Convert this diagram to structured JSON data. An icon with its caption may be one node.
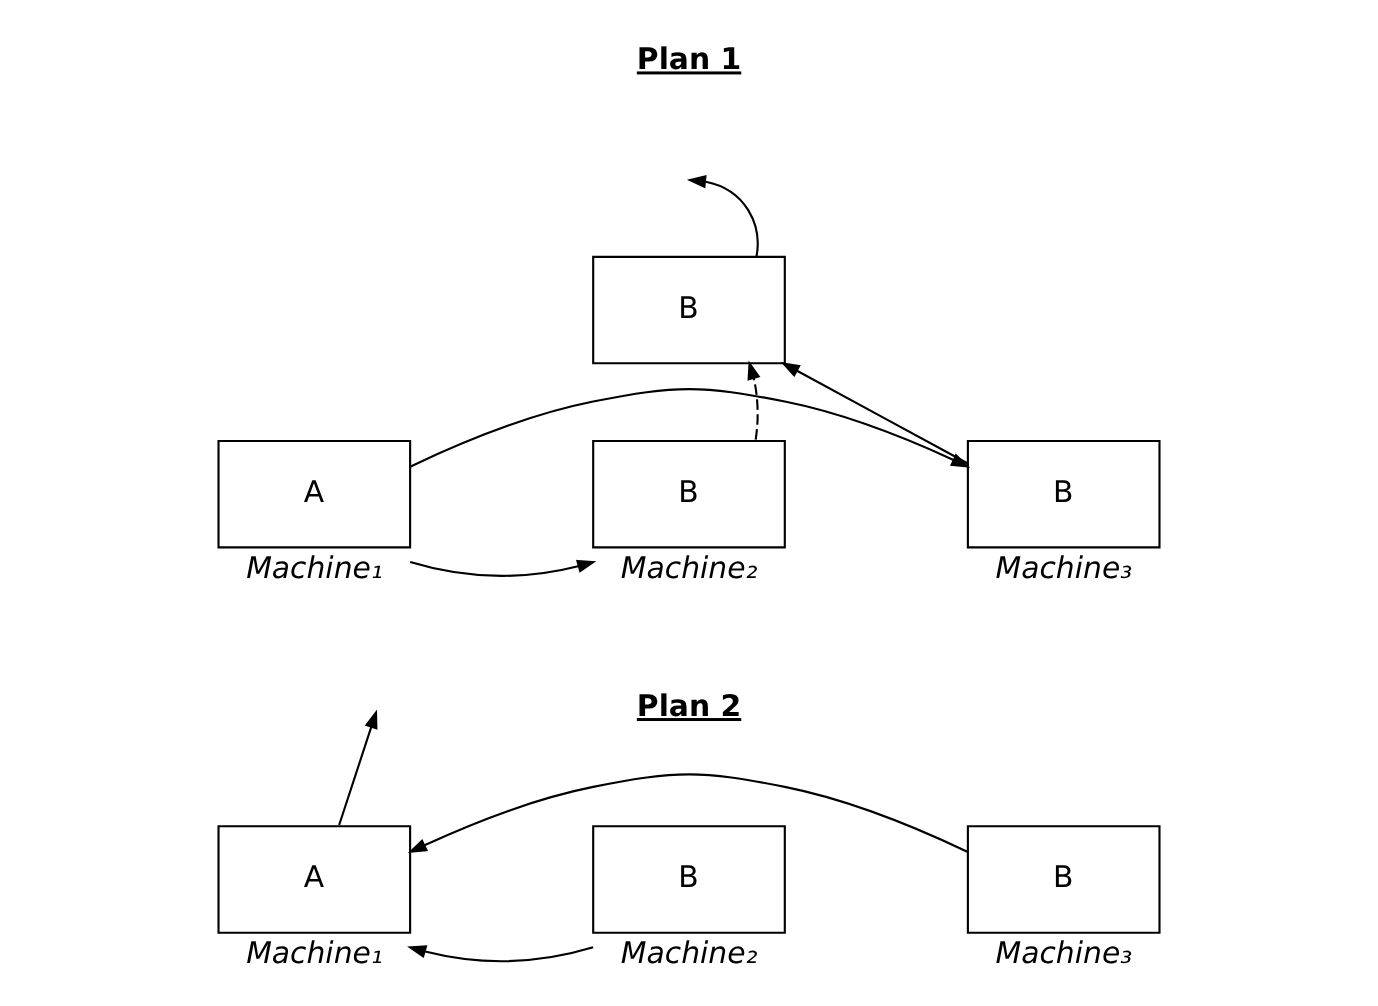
{
  "diagram": {
    "nodes": [
      {
        "text": [
          "B"
        ]
      },
      {
        "text": [
          "A"
        ],
        "beside": [
          "Machine₁"
        ]
      },
      {
        "text": [
          "B"
        ],
        "beside": [
          "Machine₂"
        ]
      },
      {
        "text": [
          "B"
        ],
        "beside": [
          "Machine₃"
        ]
      },
      {
        "text": [
          "A"
        ],
        "beside": [
          "Machine₁"
        ]
      },
      {
        "text": [
          "B"
        ],
        "beside": [
          "Machine₂"
        ]
      },
      {
        "text": [
          "B"
        ],
        "beside": [
          "Machine₃"
        ]
      }
    ],
    "edges": [
      {
        "from": 0,
        "to": null,
        "arrow": "to"
      },
      {
        "from": 1,
        "to": 2,
        "arrow": "to"
      },
      {
        "from": 1,
        "to": 3,
        "arrow": "to"
      },
      {
        "from": 2,
        "to": 0,
        "arrow": "to",
        "style": "dashed"
      },
      {
        "from": 3,
        "to": 0,
        "arrow": "to"
      },
      {
        "from": 5,
        "to": 4,
        "arrow": "to"
      },
      {
        "from": 6,
        "to": 4,
        "arrow": "to"
      },
      {
        "from": 4,
        "to": null,
        "arrow": "to"
      }
    ],
    "labels": [
      "Plan 1",
      "Plan 2"
    ]
  }
}
